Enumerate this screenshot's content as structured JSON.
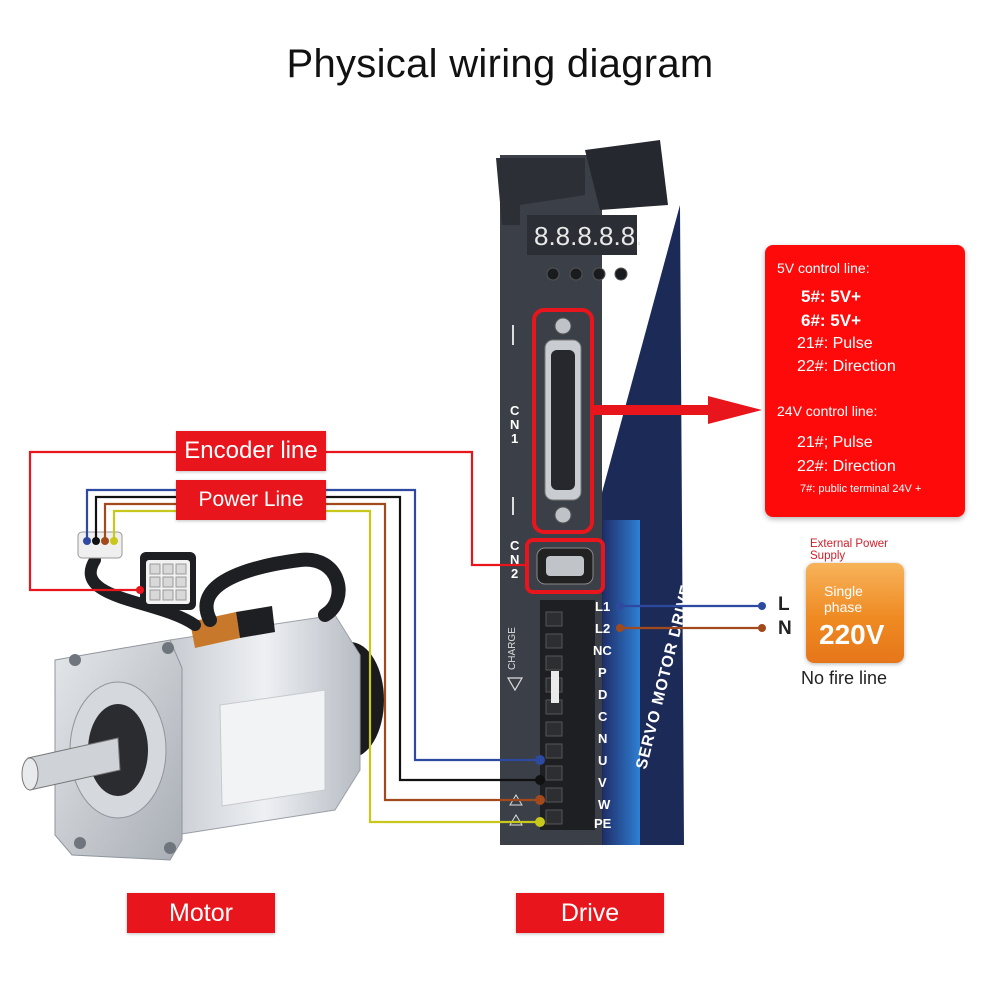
{
  "title": "Physical wiring diagram",
  "labels": {
    "encoder_line": "Encoder line",
    "power_line": "Power Line",
    "motor": "Motor",
    "drive": "Drive"
  },
  "drive": {
    "display": "8.8.8.8.8.",
    "cn1": "CN1",
    "cn2": "CN2",
    "charge": "CHARGE",
    "vertical_text": "SERVO MOTOR DRIVE",
    "terminals": [
      "L1",
      "L2",
      "NC",
      "P",
      "D",
      "C",
      "N",
      "U",
      "V",
      "W",
      "PE"
    ]
  },
  "control_box": {
    "header_5v": "5V control line:",
    "line_5_5v": "5#:  5V+",
    "line_6_5v": "6#:  5V+",
    "line_21_5v": "21#: Pulse",
    "line_22_5v": "22#: Direction",
    "header_24v": "24V control line:",
    "line_21_24v": "21#; Pulse",
    "line_22_24v": "22#: Direction",
    "line_7_24v": "7#: public terminal 24V +"
  },
  "power": {
    "external": "External Power Supply",
    "phase": "Single phase",
    "voltage": "220V",
    "L": "L",
    "N": "N",
    "no_fire": "No fire line"
  },
  "colors": {
    "label_red": "#e8161c",
    "box_red": "#ff0a0a",
    "wire_blue": "#2e4aa0",
    "wire_black": "#111111",
    "wire_brown": "#a24a1c",
    "wire_yellow": "#c8c81c",
    "wire_red": "#e8161c",
    "drive_blue": "#2f7fd4",
    "power_orange": "#ef8a22"
  }
}
